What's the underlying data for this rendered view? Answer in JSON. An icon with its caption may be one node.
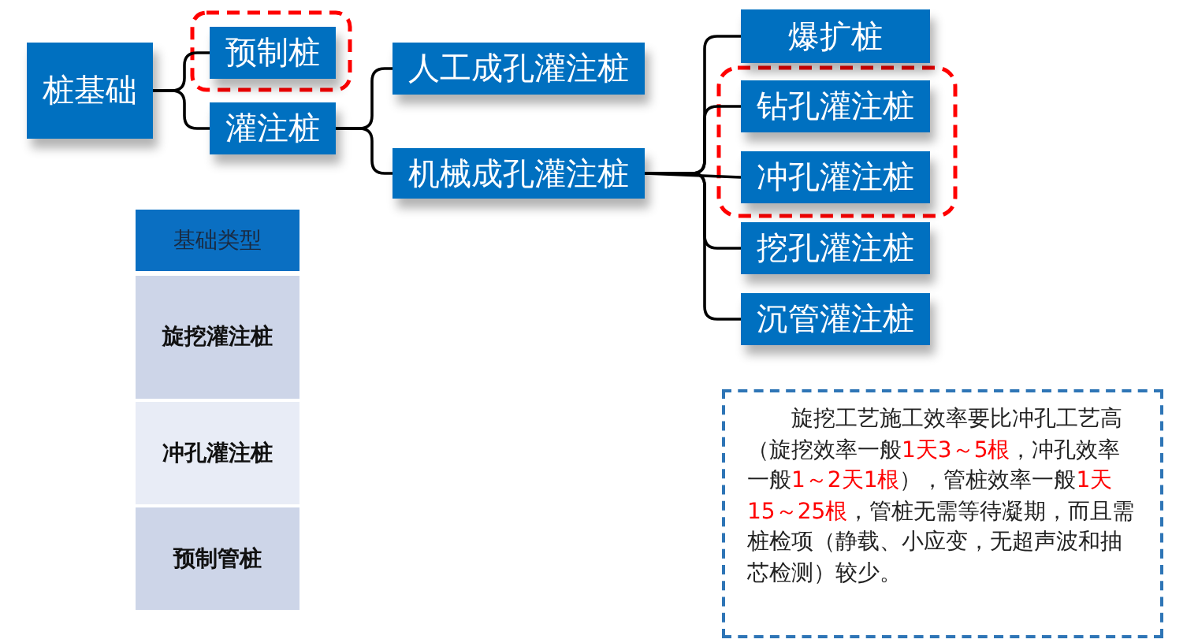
{
  "diagram": {
    "nodes": [
      {
        "text": [
          "桩基础"
        ]
      },
      {
        "text": [
          "预制桩"
        ]
      },
      {
        "text": [
          "灌注桩"
        ]
      },
      {
        "text": [
          "人工成孔灌注桩"
        ]
      },
      {
        "text": [
          "机械成孔灌注桩"
        ]
      },
      {
        "text": [
          "爆扩桩"
        ]
      },
      {
        "text": [
          "钻孔灌注桩"
        ]
      },
      {
        "text": [
          "冲孔灌注桩"
        ]
      },
      {
        "text": [
          "挖孔灌注桩"
        ]
      },
      {
        "text": [
          "沉管灌注桩"
        ]
      },
      {
        "text": [
          "旋挖工艺施工效率要比冲孔工艺高（旋挖效率一般**1天3～5根**，冲孔效率一般**1～2天1根**），管桩效率一般**1天15～25根**，管桩无需等待凝期，而且需桩检项（静载、小应变，无超声波和抽芯检测）较少。"
        ]
      }
    ],
    "edges": [
      {
        "from": 0,
        "to": 1,
        "arrow": "none"
      },
      {
        "from": 0,
        "to": 2,
        "arrow": "none"
      },
      {
        "from": 2,
        "to": 3,
        "arrow": "none"
      },
      {
        "from": 2,
        "to": 4,
        "arrow": "none"
      },
      {
        "from": 4,
        "to": 5,
        "arrow": "none"
      },
      {
        "from": 4,
        "to": 6,
        "arrow": "none"
      },
      {
        "from": 4,
        "to": 7,
        "arrow": "none"
      },
      {
        "from": 4,
        "to": 8,
        "arrow": "none"
      },
      {
        "from": 4,
        "to": 9,
        "arrow": "none"
      }
    ],
    "labels": [
      "基础类型",
      "旋挖灌注桩",
      "冲孔灌注桩",
      "预制管桩"
    ]
  }
}
